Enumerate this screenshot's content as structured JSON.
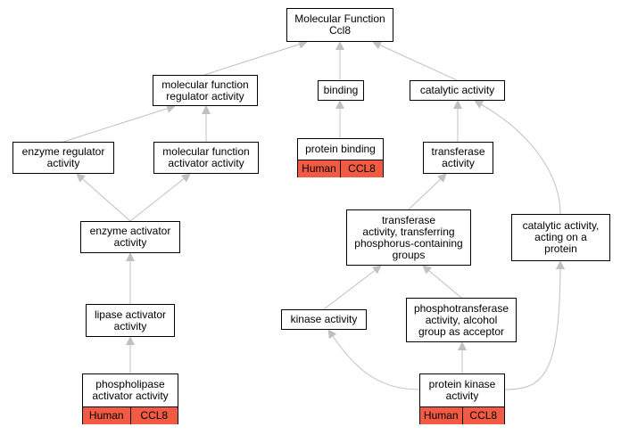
{
  "diagram": {
    "colors": {
      "edge": "#c0c0c0",
      "annotation_fill": "#f25a44",
      "border": "#000000"
    },
    "nodes": {
      "root": {
        "label": "Molecular Function\nCcl8"
      },
      "mf_regulator": {
        "label": "molecular function\nregulator activity"
      },
      "binding": {
        "label": "binding"
      },
      "catalytic": {
        "label": "catalytic activity"
      },
      "enzyme_regulator": {
        "label": "enzyme regulator\nactivity"
      },
      "mf_activator": {
        "label": "molecular function\nactivator activity"
      },
      "protein_binding": {
        "label": "protein binding",
        "species": "Human",
        "gene": "CCL8"
      },
      "transferase": {
        "label": "transferase\nactivity"
      },
      "enzyme_activator": {
        "label": "enzyme activator\nactivity"
      },
      "transferase_phospho": {
        "label": "transferase\nactivity, transferring\nphosphorus-containing\ngroups"
      },
      "catalytic_protein": {
        "label": "catalytic activity,\nacting on a\nprotein"
      },
      "lipase_activator": {
        "label": "lipase activator\nactivity"
      },
      "kinase": {
        "label": "kinase activity"
      },
      "phosphotransferase": {
        "label": "phosphotransferase\nactivity, alcohol\ngroup as acceptor"
      },
      "phospholipase_activator": {
        "label": "phospholipase\nactivator activity",
        "species": "Human",
        "gene": "CCL8"
      },
      "protein_kinase": {
        "label": "protein kinase\nactivity",
        "species": "Human",
        "gene": "CCL8"
      }
    }
  }
}
